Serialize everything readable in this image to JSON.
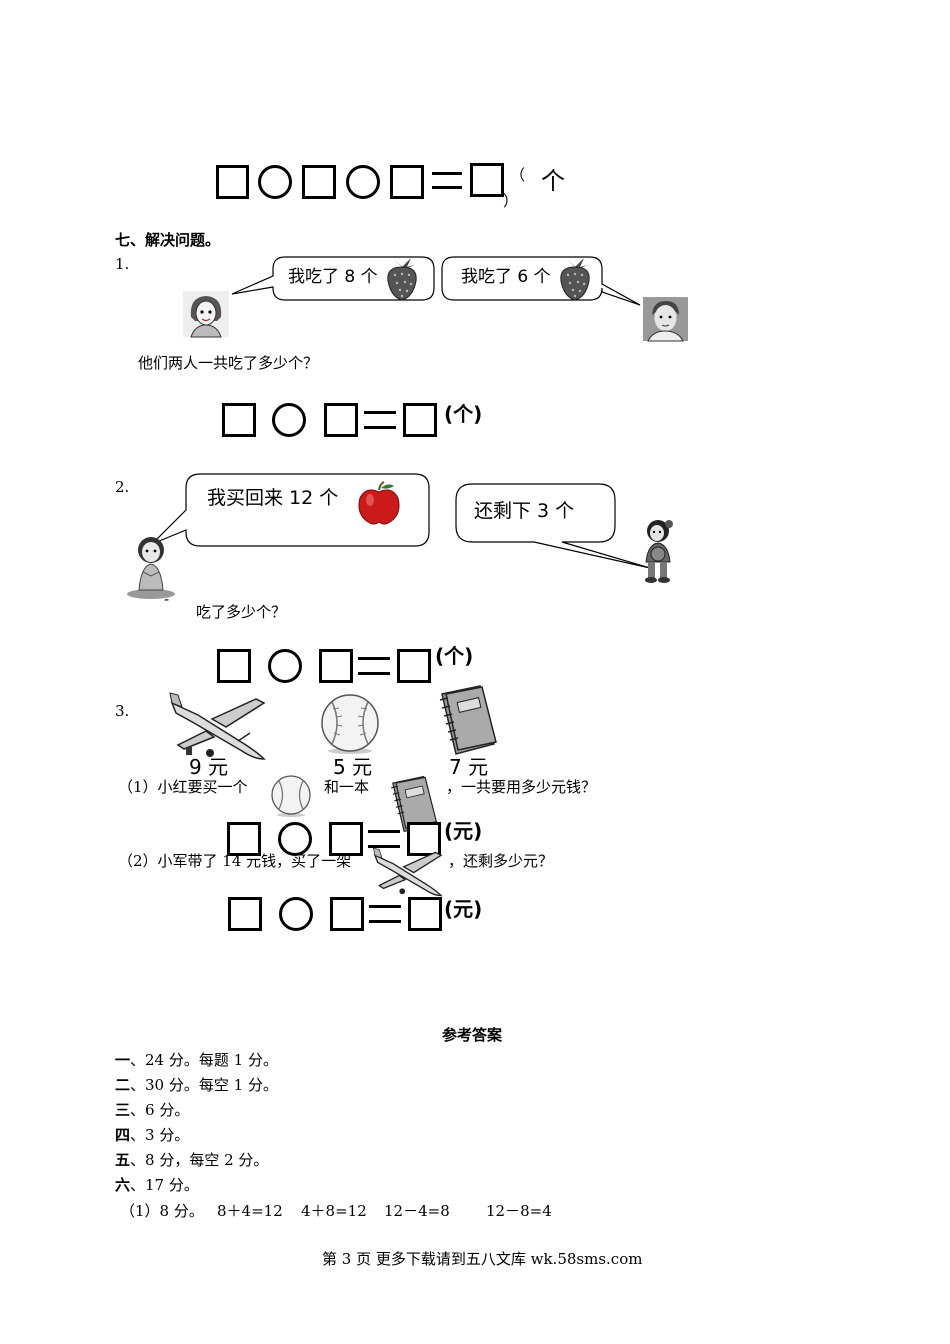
{
  "top_equation": {
    "unit_open": "（",
    "unit_char": "个",
    "unit_close": "）"
  },
  "section7": {
    "title": "七、解决问题。",
    "q1": {
      "num": "1.",
      "girl_speech": "我吃了 8 个",
      "boy_speech": "我吃了 6 个",
      "question": "他们两人一共吃了多少个？",
      "unit": "(个)"
    },
    "q2": {
      "num": "2.",
      "speech_left": "我买回来 12 个",
      "speech_right": "还剩下 3 个",
      "dash": "-",
      "question": "吃了多少个？",
      "unit": "(个)"
    },
    "q3": {
      "num": "3.",
      "prices": [
        "9 元",
        "5 元",
        "7 元"
      ],
      "sub1_a": "（1）小红要买一个",
      "sub1_b": "和一本",
      "sub1_c": "，一共要用多少元钱？",
      "unit1": "(元)",
      "sub2_a": "（2）小军带了 14 元钱，买了一架",
      "sub2_b": "，还剩多少元？",
      "unit2": "(元)"
    }
  },
  "answers": {
    "title": "参考答案",
    "lines": [
      {
        "label": "一",
        "text": "、24 分。每题 1 分。"
      },
      {
        "label": "二",
        "text": "、30 分。每空 1 分。"
      },
      {
        "label": "三",
        "text": "、6 分。"
      },
      {
        "label": "四",
        "text": "、3 分。"
      },
      {
        "label": "五",
        "text": "、8 分，每空 2 分。"
      },
      {
        "label": "六",
        "text": "、17 分。"
      }
    ],
    "sub_line": {
      "lead": "（1）8 分。",
      "eqs": [
        "8＋4=12",
        "4＋8=12",
        "12－4=8",
        "12－8=4"
      ]
    }
  },
  "footer": "第 3 页 更多下载请到五八文库 wk.58sms.com"
}
